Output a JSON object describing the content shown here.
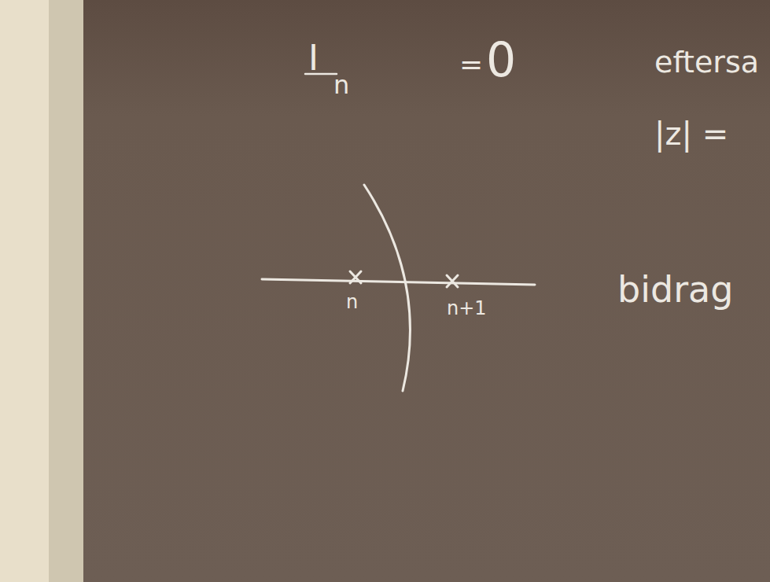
{
  "diagram": {
    "labels": [
      "I",
      "n",
      "=",
      "0",
      "eftersa",
      "|z| =",
      "bidrag",
      "n",
      "n+1"
    ]
  }
}
